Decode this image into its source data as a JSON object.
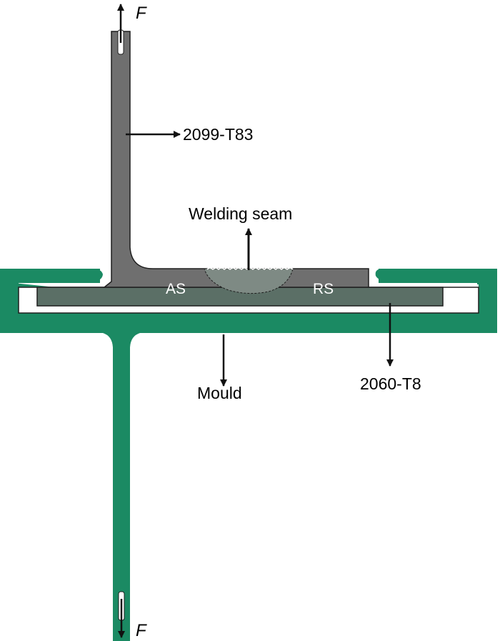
{
  "labels": {
    "force_top": "F",
    "force_bottom": "F",
    "upper_sheet": "2099-T83",
    "weld": "Welding seam",
    "advancing_side": "AS",
    "retreating_side": "RS",
    "lower_sheet": "2060-T8",
    "mould": "Mould"
  },
  "colors": {
    "mould": "#1b8a63",
    "sheet_2099": "#6f6f6f",
    "sheet_2060": "#5b6f66",
    "weld_nugget": "#7e8a84",
    "outline": "#1f1f1f",
    "arrow": "#111111"
  }
}
